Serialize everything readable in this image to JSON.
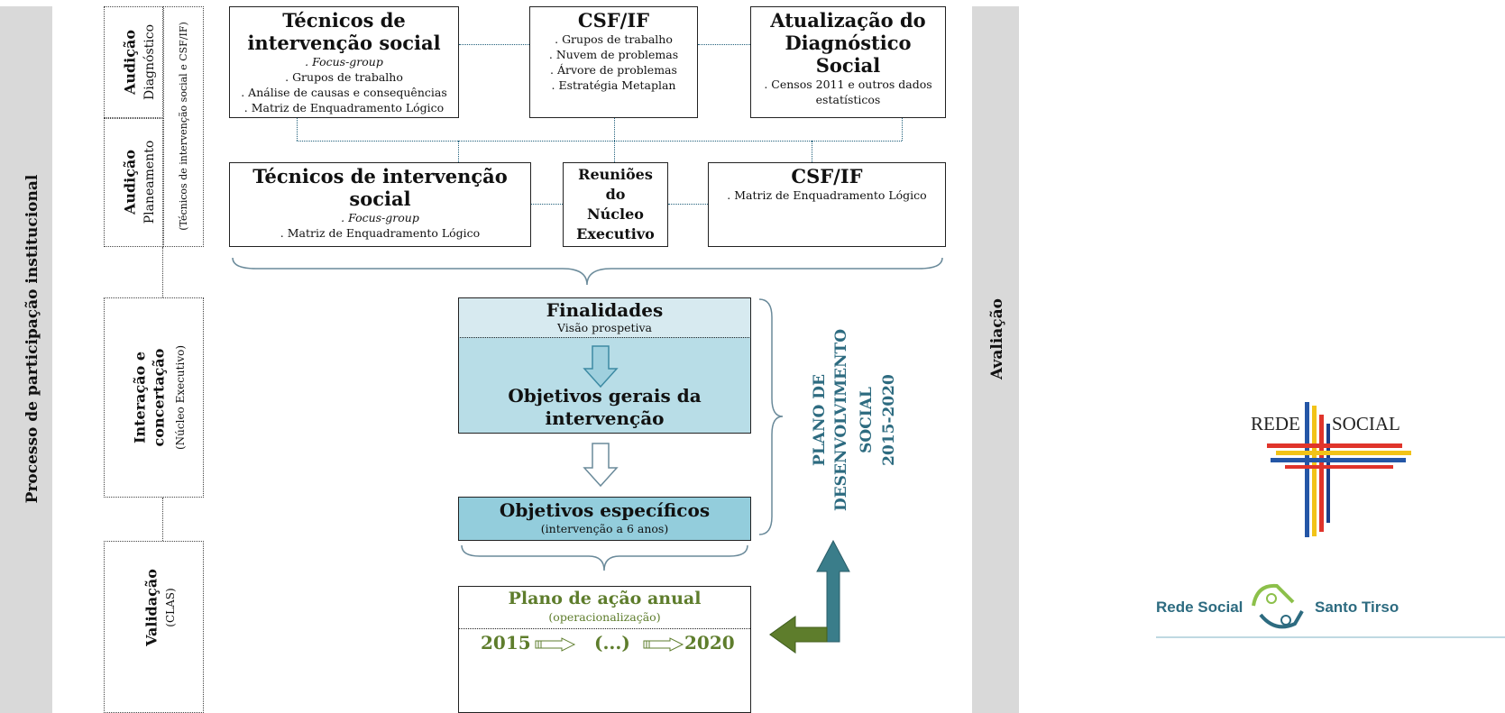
{
  "left_bar": {
    "label": "Processo de participação institucional"
  },
  "right_bar": {
    "label": "Avaliação"
  },
  "stages": {
    "audicao_diag": {
      "title": "Audição",
      "sub": "Diagnóstico"
    },
    "audicao_plan": {
      "title": "Audição",
      "sub": "Planeamento"
    },
    "audicao_side": "(Técnicos de intervenção social e CSF/IF)",
    "interacao": {
      "title1": "Interação e",
      "title2": "concertação",
      "sub": "(Núcleo Executivo)"
    },
    "validacao": {
      "title": "Validação",
      "sub": "(CLAS)"
    }
  },
  "row1": {
    "tecnicos": {
      "title1": "Técnicos de",
      "title2": "intervenção social",
      "items": [
        ". Focus-group",
        ". Grupos de trabalho",
        ". Análise de causas e consequências",
        ". Matriz de Enquadramento Lógico"
      ]
    },
    "csf": {
      "title": "CSF/IF",
      "items": [
        ". Grupos de trabalho",
        ". Nuvem de problemas",
        ". Árvore de problemas",
        ". Estratégia Metaplan"
      ]
    },
    "atualizacao": {
      "title1": "Atualização do",
      "title2": "Diagnóstico Social",
      "items": [
        ". Censos 2011 e outros dados",
        "estatísticos"
      ]
    }
  },
  "row2": {
    "tecnicos": {
      "title1": "Técnicos de intervenção",
      "title2": "social",
      "items": [
        ". Focus-group",
        ". Matriz de Enquadramento Lógico"
      ]
    },
    "reunioes": {
      "lines": [
        "Reuniões",
        "do",
        "Núcleo",
        "Executivo"
      ]
    },
    "csf": {
      "title": "CSF/IF",
      "items": [
        ". Matriz de Enquadramento Lógico"
      ]
    }
  },
  "center": {
    "finalidades": {
      "title": "Finalidades",
      "sub": "Visão prospetiva"
    },
    "objetivos_gerais": {
      "title1": "Objetivos gerais da",
      "title2": "intervenção"
    },
    "objetivos_especificos": {
      "title": "Objetivos específicos",
      "sub": "(intervenção a 6 anos)"
    },
    "plano_acao": {
      "title": "Plano de ação anual",
      "sub": "(operacionalização)",
      "y1": "2015",
      "mid": "(...)",
      "y2": "2020"
    }
  },
  "plano": {
    "lines": [
      "PLANO DE",
      "DESENVOLVIMENTO",
      "SOCIAL",
      "2015-2020"
    ]
  },
  "logos": {
    "rede_social_a": "REDE",
    "rede_social_b": "SOCIAL",
    "santo_a": "Rede Social",
    "santo_b": "Santo Tirso"
  },
  "colors": {
    "bar": "#d9d9d9",
    "light_teal": "#d7eaf0",
    "mid_teal": "#b8dde7",
    "teal": "#93cddc",
    "plano_text": "#2d6b80",
    "green": "#5e7d2c"
  }
}
